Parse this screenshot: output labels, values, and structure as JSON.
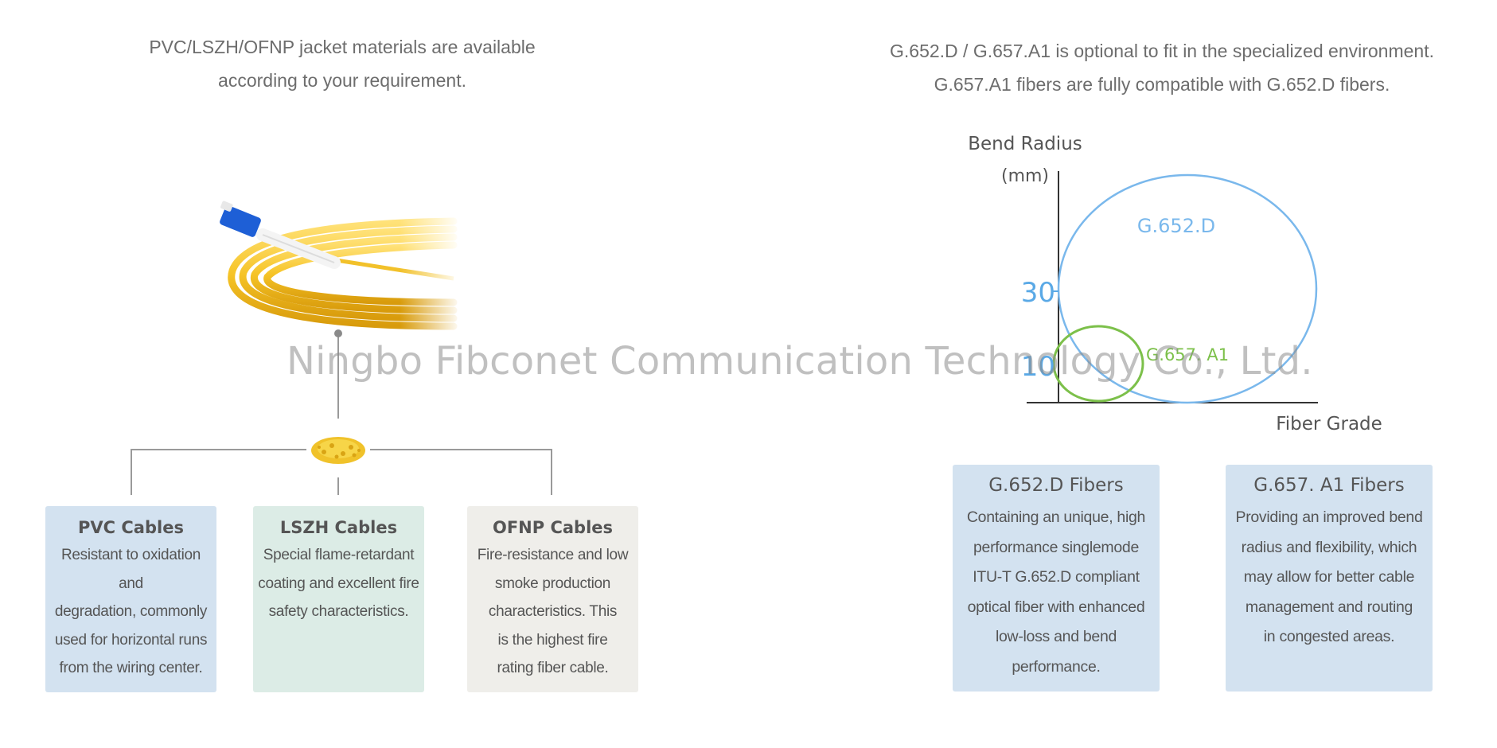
{
  "left_heading": {
    "line1": "PVC/LSZH/OFNP jacket materials are available",
    "line2": "according to your requirement."
  },
  "right_heading": {
    "line1": "G.652.D / G.657.A1 is optional to fit in the specialized environment.",
    "line2": "G.657.A1 fibers are fully compatible with G.652.D fibers."
  },
  "jacket_cards": [
    {
      "title": "PVC Cables",
      "lines": [
        "Resistant to oxidation and",
        "degradation, commonly",
        "used for horizontal runs",
        "from the wiring center."
      ],
      "color": "#d3e2f0"
    },
    {
      "title": "LSZH Cables",
      "lines": [
        "Special flame-retardant",
        "coating and excellent fire",
        "safety characteristics."
      ],
      "color": "#dcece6"
    },
    {
      "title": "OFNP Cables",
      "lines": [
        "Fire-resistance and low",
        "smoke production",
        "characteristics. This",
        "is the highest fire",
        "rating  fiber cable."
      ],
      "color": "#efeeea"
    }
  ],
  "fiber_cards": [
    {
      "title": "G.652.D Fibers",
      "lines": [
        "Containing an unique, high",
        "performance singlemode",
        "ITU-T G.652.D compliant",
        "optical fiber with enhanced",
        "low-loss and bend",
        "performance."
      ]
    },
    {
      "title": "G.657. A1 Fibers",
      "lines": [
        "Providing an improved bend",
        "radius and flexibility, which",
        "may allow for better cable",
        "management and routing",
        "in congested areas."
      ]
    }
  ],
  "chart": {
    "y_label_line1": "Bend Radius",
    "y_label_line2": "(mm)",
    "x_label": "Fiber Grade",
    "tick_30": "30",
    "tick_10": "10",
    "g652_label": "G.652.D",
    "g657_label": "G.657. A1",
    "g652_color": "#7ab8ec",
    "g657_color": "#7cc04a",
    "tick_color": "#5aa9e6",
    "axis_color": "#333333"
  },
  "watermark": "Ningbo Fibconet Communication Technology Co., Ltd."
}
